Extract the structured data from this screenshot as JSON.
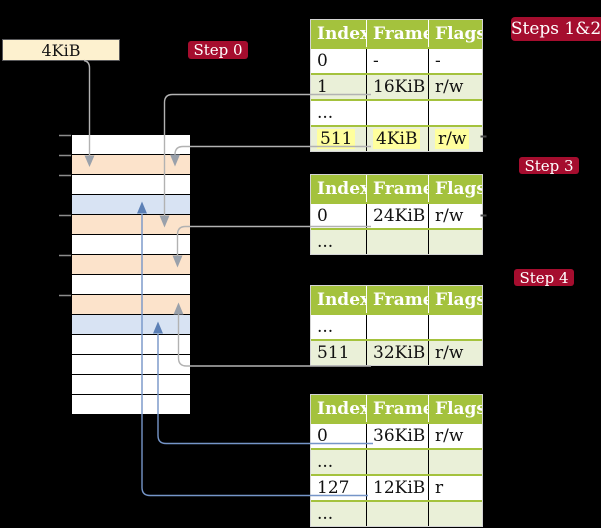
{
  "colors": {
    "background": "#000000",
    "header_green": "#a4c23d",
    "row_tint": "#eaf0d8",
    "table_border": "#d4d4d4",
    "peach": "#fce3cb",
    "light_blue": "#d8e3f3",
    "white": "#ffffff",
    "highlight_yellow": "#ffff9d",
    "badge_red": "#a50d2e",
    "box_cream": "#fdf1cf",
    "gray_line": "#b2b2b2",
    "gray_arrow": "#9aa1ab",
    "blue_line": "#7595c8",
    "blue_arrow": "#5c80b6",
    "tick_gray": "#8c8c8c",
    "dash_dark": "#4a4a4a"
  },
  "legend_box": {
    "label": "4KiB"
  },
  "badges": {
    "steps12": {
      "label": "Steps 1&2"
    },
    "step0": {
      "label": "Step 0"
    },
    "step3": {
      "label": "Step 3"
    },
    "step4": {
      "label": "Step 4"
    }
  },
  "memory_stack": {
    "rows": [
      {
        "color": "white"
      },
      {
        "color": "peach"
      },
      {
        "color": "white"
      },
      {
        "color": "light_blue"
      },
      {
        "color": "peach"
      },
      {
        "color": "white"
      },
      {
        "color": "peach"
      },
      {
        "color": "white"
      },
      {
        "color": "peach"
      },
      {
        "color": "light_blue"
      },
      {
        "color": "white"
      },
      {
        "color": "white"
      },
      {
        "color": "white"
      },
      {
        "color": "white"
      }
    ]
  },
  "tables": [
    {
      "headers": [
        "Index",
        "Frame",
        "Flags"
      ],
      "rows": [
        {
          "cells": [
            "0",
            "-",
            "-"
          ],
          "tint": false,
          "highlight": false
        },
        {
          "cells": [
            "1",
            "16KiB",
            "r/w"
          ],
          "tint": true,
          "highlight": false
        },
        {
          "cells": [
            "...",
            "",
            ""
          ],
          "tint": false,
          "highlight": false
        },
        {
          "cells": [
            "511",
            "4KiB",
            "r/w"
          ],
          "tint": true,
          "highlight": true
        }
      ]
    },
    {
      "headers": [
        "Index",
        "Frame",
        "Flags"
      ],
      "rows": [
        {
          "cells": [
            "0",
            "24KiB",
            "r/w"
          ],
          "tint": false,
          "highlight": false
        },
        {
          "cells": [
            "...",
            "",
            ""
          ],
          "tint": true,
          "highlight": false
        }
      ]
    },
    {
      "headers": [
        "Index",
        "Frame",
        "Flags"
      ],
      "rows": [
        {
          "cells": [
            "...",
            "",
            ""
          ],
          "tint": false,
          "highlight": false
        },
        {
          "cells": [
            "511",
            "32KiB",
            "r/w"
          ],
          "tint": true,
          "highlight": false
        }
      ]
    },
    {
      "headers": [
        "Index",
        "Frame",
        "Flags"
      ],
      "rows": [
        {
          "cells": [
            "0",
            "36KiB",
            "r/w"
          ],
          "tint": false,
          "highlight": false
        },
        {
          "cells": [
            "...",
            "",
            ""
          ],
          "tint": true,
          "highlight": false
        },
        {
          "cells": [
            "127",
            "12KiB",
            "r"
          ],
          "tint": false,
          "highlight": false
        },
        {
          "cells": [
            "...",
            "",
            ""
          ],
          "tint": true,
          "highlight": false
        }
      ]
    }
  ]
}
